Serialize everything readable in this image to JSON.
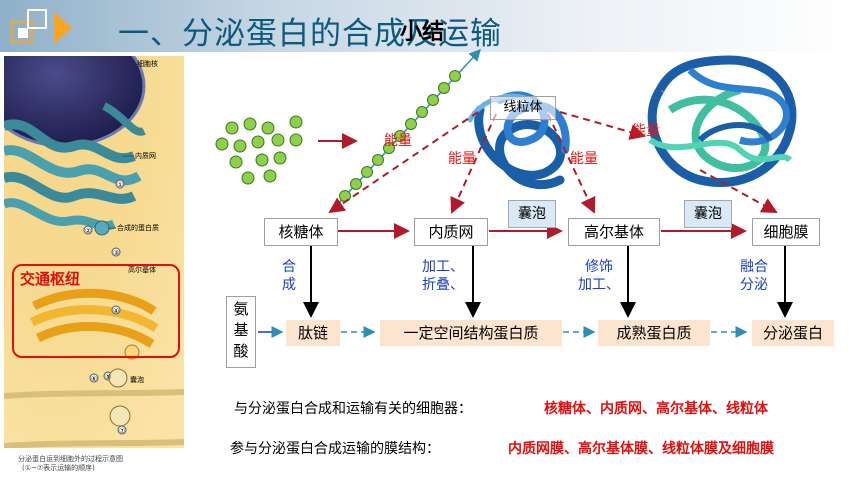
{
  "header": {
    "title": "一、分泌蛋白的合成及运输",
    "summary_label": "小结"
  },
  "cell_figure": {
    "labels": {
      "nucleus": "细胞核",
      "er": "内质网",
      "synth_protein": "合成的蛋白质",
      "golgi": "高尔基体",
      "vesicle": "囊泡"
    },
    "steps": [
      "①",
      "②",
      "③",
      "④",
      "⑤",
      "⑥",
      "⑦"
    ],
    "hub_label": "交通枢纽",
    "caption_line1": "分泌蛋白运到细胞外的过程示意图",
    "caption_line2": "(①~⑦表示运输的顺序)"
  },
  "flow": {
    "organelles": [
      "核糖体",
      "内质网",
      "高尔基体",
      "细胞膜"
    ],
    "mitochondrion": "线粒体",
    "energy": "能量",
    "vesicle": "囊泡",
    "processes": {
      "synthesis": [
        "合",
        "成"
      ],
      "er_process": [
        "加工、",
        "折叠、"
      ],
      "golgi_process": [
        "修饰",
        "加工、"
      ],
      "membrane_process": [
        "融合",
        "分泌"
      ]
    },
    "amino_acid": [
      "氨",
      "基",
      "酸"
    ],
    "products": [
      "肽链",
      "一定空间结构蛋白质",
      "成熟蛋白质",
      "分泌蛋白"
    ]
  },
  "summary": {
    "organelles_label": "与分泌蛋白合成和运输有关的细胞器：",
    "organelles_answer": "核糖体、内质网、高尔基体、线粒体",
    "membranes_label": "参与分泌蛋白合成运输的膜结构：",
    "membranes_answer": "内质网膜、高尔基体膜、线粒体膜及细胞膜"
  },
  "colors": {
    "title": "#0d5a7d",
    "red": "#e01010",
    "blue_text": "#1a3fc2",
    "peach_box": "#fde4cf",
    "arrow_dark_red": "#b01a2a"
  }
}
